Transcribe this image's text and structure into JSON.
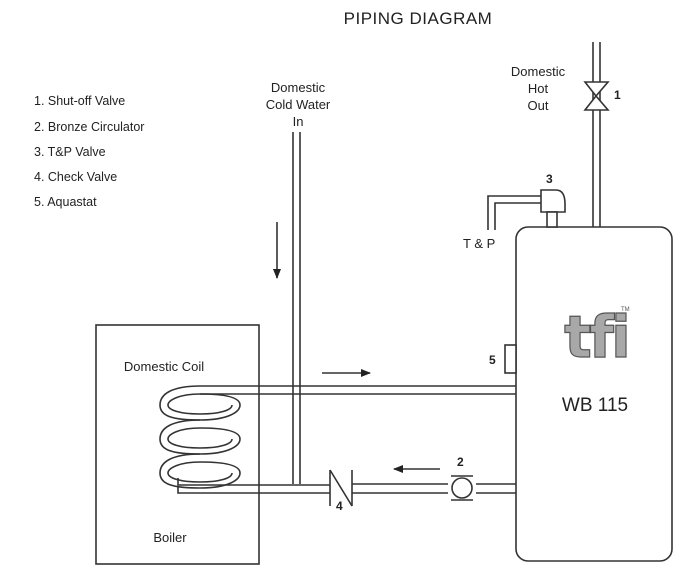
{
  "title": "PIPING DIAGRAM",
  "legend": [
    "1. Shut-off Valve",
    "2. Bronze Circulator",
    "3. T&P Valve",
    "4. Check Valve",
    "5. Aquastat"
  ],
  "labels": {
    "cold_water": [
      "Domestic",
      "Cold Water",
      "In"
    ],
    "hot_out": [
      "Domestic",
      "Hot",
      "Out"
    ],
    "tp": "T & P",
    "domestic_coil": "Domestic Coil",
    "boiler": "Boiler",
    "brand": "tfi",
    "trademark": "TM",
    "model": "WB 115"
  },
  "callouts": {
    "shutoff": "1",
    "circulator": "2",
    "tp_valve": "3",
    "check_valve": "4",
    "aquastat": "5"
  },
  "colors": {
    "line": "#333333",
    "text": "#222222",
    "logo": "#9a9a9a"
  }
}
